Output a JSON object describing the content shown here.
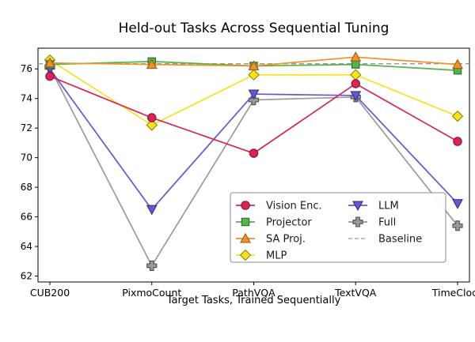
{
  "chart_data": {
    "type": "line",
    "title": "Held-out Tasks Across Sequential Tuning",
    "xlabel": "Target Tasks, Trained Sequentially",
    "categories": [
      "CUB200",
      "PixmoCount",
      "PathVQA",
      "TextVQA",
      "TimeClock"
    ],
    "y_ticks": [
      62,
      64,
      66,
      68,
      70,
      72,
      74,
      76
    ],
    "ylim": [
      61.6,
      77.4
    ],
    "grid": false,
    "baseline": {
      "label": "Baseline",
      "value": 76.35,
      "color": "#999999",
      "style": "dashed"
    },
    "series": [
      {
        "name": "Vision Enc.",
        "marker": "circle",
        "color": "#d62754",
        "edge": "#8e1030",
        "values": [
          75.5,
          72.7,
          70.3,
          75.0,
          71.1
        ]
      },
      {
        "name": "Projector",
        "marker": "square",
        "color": "#53b34c",
        "edge": "#2d6e2a",
        "values": [
          76.3,
          76.5,
          76.2,
          76.3,
          75.9
        ]
      },
      {
        "name": "SA Proj.",
        "marker": "triangle-up",
        "color": "#f0932c",
        "edge": "#9c5a12",
        "values": [
          76.4,
          76.3,
          76.2,
          76.8,
          76.3
        ]
      },
      {
        "name": "MLP",
        "marker": "diamond",
        "color": "#f5e320",
        "edge": "#8f850f",
        "values": [
          76.6,
          72.2,
          75.6,
          75.6,
          72.8
        ]
      },
      {
        "name": "LLM",
        "marker": "triangle-down",
        "color": "#6458cf",
        "edge": "#37307c",
        "values": [
          76.0,
          66.5,
          74.3,
          74.2,
          66.9
        ]
      },
      {
        "name": "Full",
        "marker": "plus",
        "color": "#9a9a9a",
        "edge": "#4d4d4d",
        "values": [
          76.1,
          62.7,
          73.9,
          74.1,
          65.4
        ]
      }
    ],
    "legend": {
      "position": "inside-lower-right",
      "columns": [
        [
          "Vision Enc.",
          "Projector",
          "SA Proj.",
          "MLP"
        ],
        [
          "LLM",
          "Full",
          "Baseline"
        ]
      ]
    }
  }
}
